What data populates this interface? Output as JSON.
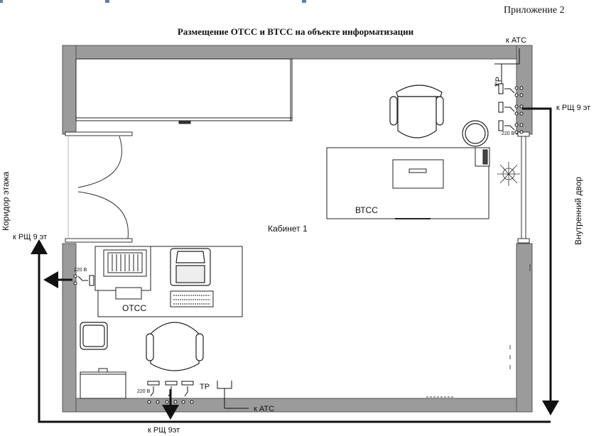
{
  "header": {
    "appendix": "Приложение 2",
    "title": "Размещение ОТСС и ВТСС на объекте информатизации"
  },
  "labels": {
    "room": "Кабинет 1",
    "otss": "ОТСС",
    "vtss": "ВТСС",
    "corridor": "Коридор   этажа",
    "courtyard": "Внутренний двор",
    "to_ats_top": "к АТС",
    "to_ats_bottom": "к АТС",
    "to_rsh_right": "к РЩ  9 эт",
    "to_rsh_left": "к РЩ 9 эт",
    "to_rsh_bottom": "к РЩ  9эт",
    "tr_top": "ТР",
    "tr_bottom": "ТР",
    "voltage_left": "220 В",
    "voltage_right": "220 В",
    "voltage_bottom": "220 В"
  },
  "colors": {
    "wall_fill": "#9b9b9b",
    "wall_stroke": "#555555",
    "line": "#111111",
    "header_bar": "#5f7fa6"
  }
}
